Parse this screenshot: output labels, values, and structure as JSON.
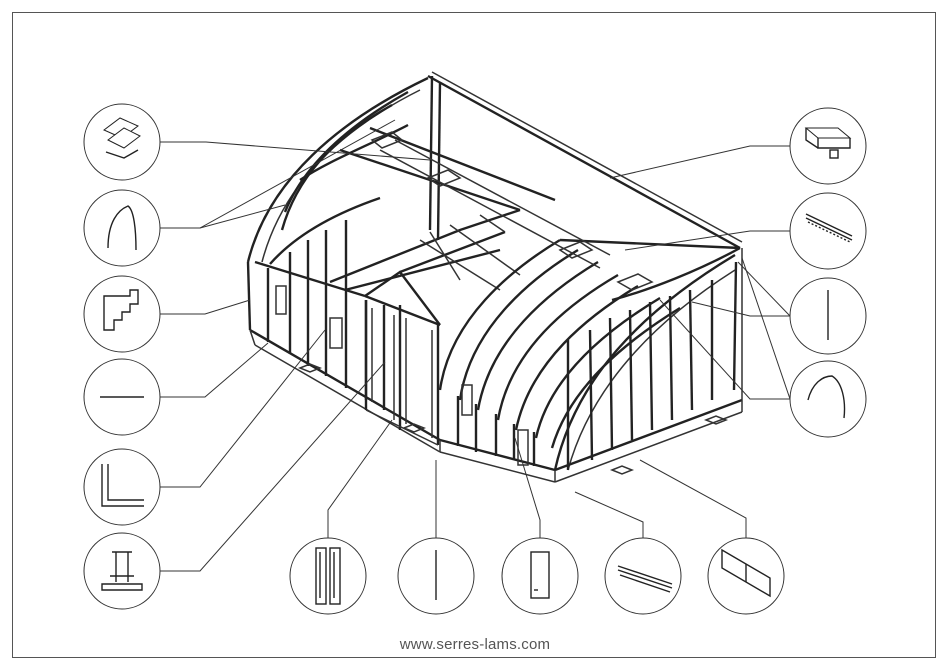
{
  "website": "www.serres-lams.com",
  "callouts": [
    {
      "id": "roof-vent",
      "icon": "roof-vent-icon"
    },
    {
      "id": "curved-rafter-left",
      "icon": "curved-rafter-icon"
    },
    {
      "id": "corner-profile",
      "icon": "corner-profile-icon"
    },
    {
      "id": "straight-bar",
      "icon": "straight-bar-icon"
    },
    {
      "id": "angle-bracket",
      "icon": "angle-bracket-icon"
    },
    {
      "id": "t-profile",
      "icon": "t-profile-icon"
    },
    {
      "id": "double-door",
      "icon": "double-door-icon"
    },
    {
      "id": "vertical-post",
      "icon": "vertical-post-icon"
    },
    {
      "id": "window-frame",
      "icon": "window-frame-icon"
    },
    {
      "id": "base-rail",
      "icon": "base-rail-icon"
    },
    {
      "id": "base-panel",
      "icon": "base-panel-icon"
    },
    {
      "id": "ridge-connector",
      "icon": "ridge-connector-icon"
    },
    {
      "id": "ridge-beam",
      "icon": "ridge-beam-icon"
    },
    {
      "id": "upright",
      "icon": "upright-icon"
    },
    {
      "id": "curved-rafter-right",
      "icon": "curved-rafter-icon"
    }
  ]
}
